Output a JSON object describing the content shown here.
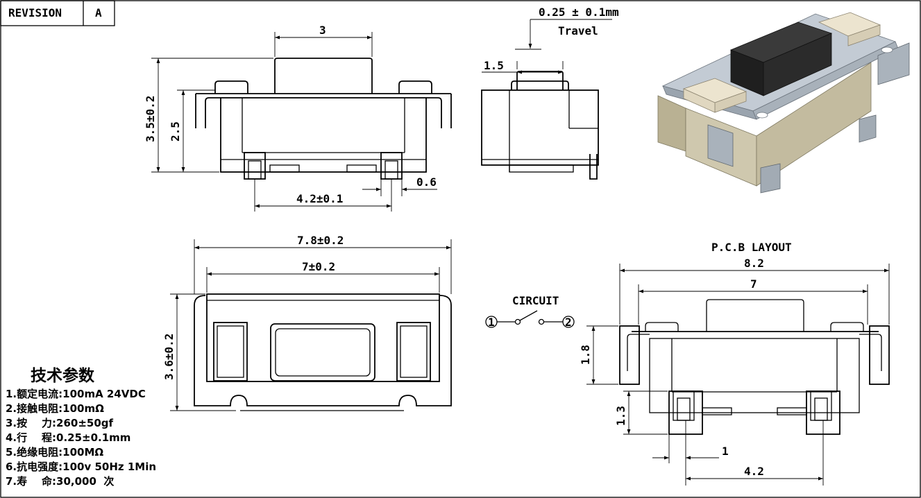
{
  "title_block": {
    "revision_label": "REVISION",
    "revision_value": "A"
  },
  "front_view": {
    "dim_top": "3",
    "dim_height_total": "3.5±0.2",
    "dim_height_body": "2.5",
    "dim_pitch": "4.2±0.1",
    "dim_terminal": "0.6"
  },
  "side_view": {
    "dim_travel": "0.25 ± 0.1mm",
    "travel_label": "Travel",
    "dim_actuator": "1.5"
  },
  "bottom_view": {
    "dim_length_outer": "7.8±0.2",
    "dim_length_inner": "7±0.2",
    "dim_width": "3.6±0.2"
  },
  "circuit": {
    "label": "CIRCUIT",
    "pin1": "1",
    "pin2": "2"
  },
  "pcb_layout": {
    "title": "P.C.B LAYOUT",
    "dim_outer": "8.2",
    "dim_inner": "7",
    "dim_pad_height": "1.8",
    "dim_pad_offset": "1.3",
    "dim_pad_width": "1",
    "dim_pitch": "4.2"
  },
  "specs": {
    "heading": "技术参数",
    "items": [
      "1.额定电流:100mA 24VDC",
      "2.接触电阻:100mΩ",
      "3.按    力:260±50gf",
      "4.行    程:0.25±0.1mm",
      "5.绝缘电阻:100MΩ",
      "6.抗电强度:100v 50Hz 1Min",
      "7.寿    命:30,000  次"
    ]
  },
  "colors": {
    "line": "#000000",
    "actuator": "#2b2b2b",
    "body": "#cdc6ad",
    "frame": "#b7c0c9",
    "pad": "#ece4cf"
  }
}
